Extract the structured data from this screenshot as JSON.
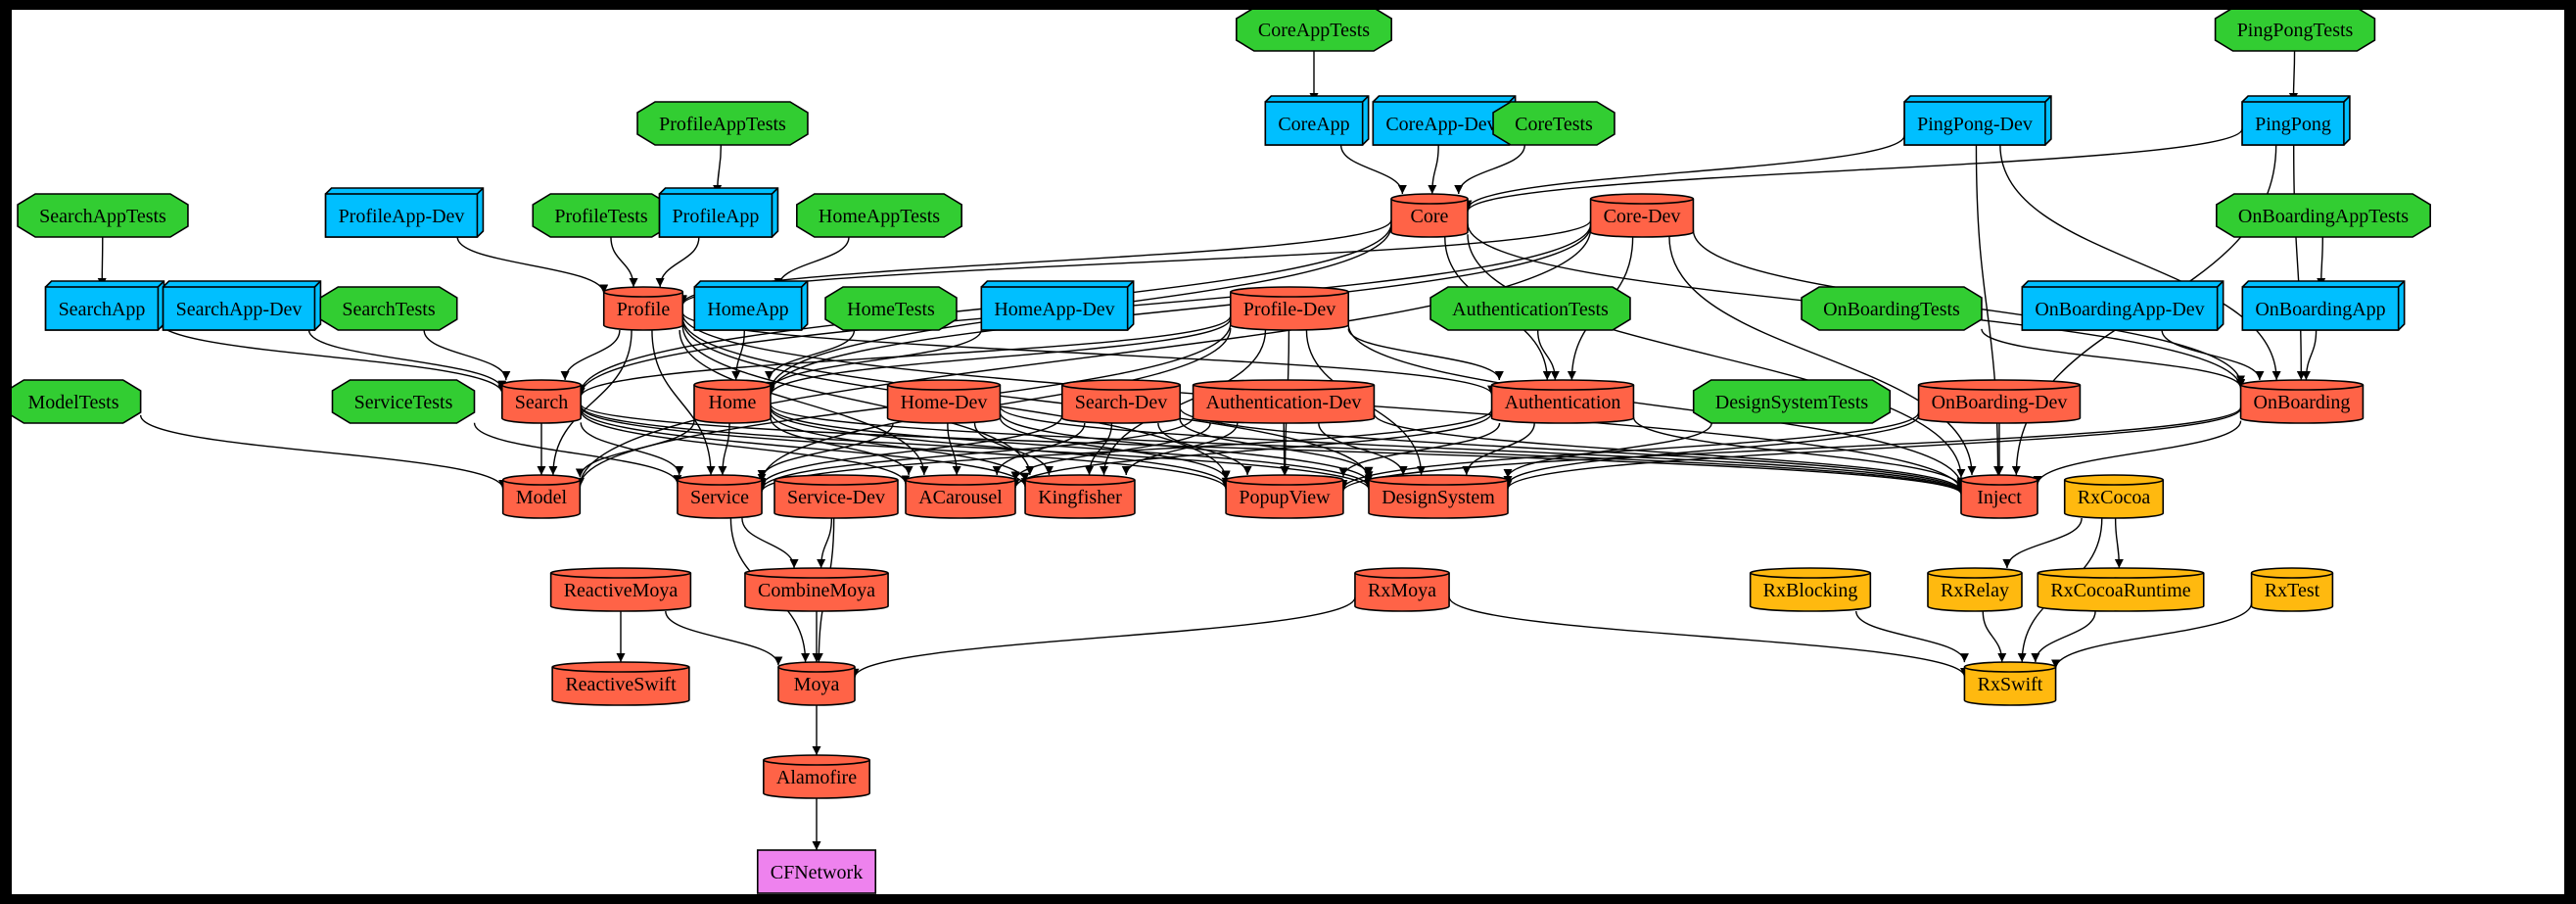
{
  "colors": {
    "test": "#32cd32",
    "app": "#00bfff",
    "framework": "#ff6347",
    "rx": "#ffb90f",
    "system": "#ee82ee",
    "edge": "#000000"
  },
  "nodes": [
    {
      "id": "CoreAppTests",
      "label": "CoreAppTests",
      "kind": "test"
    },
    {
      "id": "PingPongTests",
      "label": "PingPongTests",
      "kind": "test"
    },
    {
      "id": "ProfileAppTests",
      "label": "ProfileAppTests",
      "kind": "test"
    },
    {
      "id": "CoreApp",
      "label": "CoreApp",
      "kind": "app"
    },
    {
      "id": "CoreAppDev",
      "label": "CoreApp-Dev",
      "kind": "app"
    },
    {
      "id": "CoreTests",
      "label": "CoreTests",
      "kind": "test"
    },
    {
      "id": "PingPongDev",
      "label": "PingPong-Dev",
      "kind": "app"
    },
    {
      "id": "PingPong",
      "label": "PingPong",
      "kind": "app"
    },
    {
      "id": "SearchAppTests",
      "label": "SearchAppTests",
      "kind": "test"
    },
    {
      "id": "ProfileAppDev",
      "label": "ProfileApp-Dev",
      "kind": "app"
    },
    {
      "id": "ProfileTests",
      "label": "ProfileTests",
      "kind": "test"
    },
    {
      "id": "ProfileApp",
      "label": "ProfileApp",
      "kind": "app"
    },
    {
      "id": "HomeAppTests",
      "label": "HomeAppTests",
      "kind": "test"
    },
    {
      "id": "Core",
      "label": "Core",
      "kind": "framework"
    },
    {
      "id": "CoreDev",
      "label": "Core-Dev",
      "kind": "framework"
    },
    {
      "id": "OnBoardingAppTests",
      "label": "OnBoardingAppTests",
      "kind": "test"
    },
    {
      "id": "SearchApp",
      "label": "SearchApp",
      "kind": "app"
    },
    {
      "id": "SearchAppDev",
      "label": "SearchApp-Dev",
      "kind": "app"
    },
    {
      "id": "SearchTests",
      "label": "SearchTests",
      "kind": "test"
    },
    {
      "id": "Profile",
      "label": "Profile",
      "kind": "framework"
    },
    {
      "id": "HomeApp",
      "label": "HomeApp",
      "kind": "app"
    },
    {
      "id": "HomeTests",
      "label": "HomeTests",
      "kind": "test"
    },
    {
      "id": "HomeAppDev",
      "label": "HomeApp-Dev",
      "kind": "app"
    },
    {
      "id": "ProfileDev",
      "label": "Profile-Dev",
      "kind": "framework"
    },
    {
      "id": "AuthenticationTests",
      "label": "AuthenticationTests",
      "kind": "test"
    },
    {
      "id": "OnBoardingTests",
      "label": "OnBoardingTests",
      "kind": "test"
    },
    {
      "id": "OnBoardingAppDev",
      "label": "OnBoardingApp-Dev",
      "kind": "app"
    },
    {
      "id": "OnBoardingApp",
      "label": "OnBoardingApp",
      "kind": "app"
    },
    {
      "id": "ModelTests",
      "label": "ModelTests",
      "kind": "test"
    },
    {
      "id": "ServiceTests",
      "label": "ServiceTests",
      "kind": "test"
    },
    {
      "id": "Search",
      "label": "Search",
      "kind": "framework"
    },
    {
      "id": "Home",
      "label": "Home",
      "kind": "framework"
    },
    {
      "id": "HomeDev",
      "label": "Home-Dev",
      "kind": "framework"
    },
    {
      "id": "SearchDev",
      "label": "Search-Dev",
      "kind": "framework"
    },
    {
      "id": "AuthenticationDev",
      "label": "Authentication-Dev",
      "kind": "framework"
    },
    {
      "id": "Authentication",
      "label": "Authentication",
      "kind": "framework"
    },
    {
      "id": "DesignSystemTests",
      "label": "DesignSystemTests",
      "kind": "test"
    },
    {
      "id": "OnBoardingDev",
      "label": "OnBoarding-Dev",
      "kind": "framework"
    },
    {
      "id": "OnBoarding",
      "label": "OnBoarding",
      "kind": "framework"
    },
    {
      "id": "Model",
      "label": "Model",
      "kind": "framework"
    },
    {
      "id": "Service",
      "label": "Service",
      "kind": "framework"
    },
    {
      "id": "ServiceDev",
      "label": "Service-Dev",
      "kind": "framework"
    },
    {
      "id": "ACarousel",
      "label": "ACarousel",
      "kind": "framework"
    },
    {
      "id": "Kingfisher",
      "label": "Kingfisher",
      "kind": "framework"
    },
    {
      "id": "PopupView",
      "label": "PopupView",
      "kind": "framework"
    },
    {
      "id": "DesignSystem",
      "label": "DesignSystem",
      "kind": "framework"
    },
    {
      "id": "Inject",
      "label": "Inject",
      "kind": "framework"
    },
    {
      "id": "RxCocoa",
      "label": "RxCocoa",
      "kind": "rx"
    },
    {
      "id": "ReactiveMoya",
      "label": "ReactiveMoya",
      "kind": "framework"
    },
    {
      "id": "CombineMoya",
      "label": "CombineMoya",
      "kind": "framework"
    },
    {
      "id": "RxMoya",
      "label": "RxMoya",
      "kind": "framework"
    },
    {
      "id": "RxBlocking",
      "label": "RxBlocking",
      "kind": "rx"
    },
    {
      "id": "RxRelay",
      "label": "RxRelay",
      "kind": "rx"
    },
    {
      "id": "RxCocoaRuntime",
      "label": "RxCocoaRuntime",
      "kind": "rx"
    },
    {
      "id": "RxTest",
      "label": "RxTest",
      "kind": "rx"
    },
    {
      "id": "ReactiveSwift",
      "label": "ReactiveSwift",
      "kind": "framework"
    },
    {
      "id": "Moya",
      "label": "Moya",
      "kind": "framework"
    },
    {
      "id": "RxSwift",
      "label": "RxSwift",
      "kind": "rx"
    },
    {
      "id": "Alamofire",
      "label": "Alamofire",
      "kind": "framework"
    },
    {
      "id": "CFNetwork",
      "label": "CFNetwork",
      "kind": "system"
    }
  ],
  "edges": [
    [
      "CoreAppTests",
      "CoreApp"
    ],
    [
      "PingPongTests",
      "PingPong"
    ],
    [
      "ProfileAppTests",
      "ProfileApp"
    ],
    [
      "SearchAppTests",
      "SearchApp"
    ],
    [
      "OnBoardingAppTests",
      "OnBoardingApp"
    ],
    [
      "CoreApp",
      "Core"
    ],
    [
      "CoreAppDev",
      "Core"
    ],
    [
      "CoreTests",
      "Core"
    ],
    [
      "PingPongDev",
      "Core"
    ],
    [
      "PingPong",
      "Core"
    ],
    [
      "PingPongDev",
      "OnBoarding"
    ],
    [
      "PingPong",
      "OnBoarding"
    ],
    [
      "PingPongDev",
      "Inject"
    ],
    [
      "PingPong",
      "Inject"
    ],
    [
      "ProfileAppDev",
      "Profile"
    ],
    [
      "ProfileTests",
      "Profile"
    ],
    [
      "ProfileApp",
      "Profile"
    ],
    [
      "HomeAppTests",
      "HomeApp"
    ],
    [
      "HomeApp",
      "Home"
    ],
    [
      "HomeTests",
      "Home"
    ],
    [
      "HomeAppDev",
      "Home"
    ],
    [
      "SearchApp",
      "Search"
    ],
    [
      "SearchAppDev",
      "Search"
    ],
    [
      "SearchTests",
      "Search"
    ],
    [
      "Core",
      "Profile"
    ],
    [
      "Core",
      "Search"
    ],
    [
      "Core",
      "Home"
    ],
    [
      "Core",
      "Authentication"
    ],
    [
      "Core",
      "OnBoarding"
    ],
    [
      "Core",
      "Inject"
    ],
    [
      "CoreDev",
      "Profile"
    ],
    [
      "CoreDev",
      "Search"
    ],
    [
      "CoreDev",
      "Home"
    ],
    [
      "CoreDev",
      "Authentication"
    ],
    [
      "CoreDev",
      "OnBoarding"
    ],
    [
      "CoreDev",
      "Inject"
    ],
    [
      "CoreDev",
      "Model"
    ],
    [
      "Profile",
      "Search"
    ],
    [
      "Profile",
      "Model"
    ],
    [
      "Profile",
      "Service"
    ],
    [
      "Profile",
      "ACarousel"
    ],
    [
      "Profile",
      "Kingfisher"
    ],
    [
      "Profile",
      "PopupView"
    ],
    [
      "Profile",
      "DesignSystem"
    ],
    [
      "Profile",
      "Inject"
    ],
    [
      "Profile",
      "Authentication"
    ],
    [
      "ProfileDev",
      "Search"
    ],
    [
      "ProfileDev",
      "Home"
    ],
    [
      "ProfileDev",
      "Authentication"
    ],
    [
      "ProfileDev",
      "Model"
    ],
    [
      "ProfileDev",
      "Service"
    ],
    [
      "ProfileDev",
      "PopupView"
    ],
    [
      "ProfileDev",
      "DesignSystem"
    ],
    [
      "ProfileDev",
      "Inject"
    ],
    [
      "ProfileDev",
      "Kingfisher"
    ],
    [
      "AuthenticationTests",
      "Authentication"
    ],
    [
      "OnBoardingTests",
      "OnBoarding"
    ],
    [
      "OnBoardingAppDev",
      "OnBoarding"
    ],
    [
      "OnBoardingApp",
      "OnBoarding"
    ],
    [
      "ModelTests",
      "Model"
    ],
    [
      "ServiceTests",
      "Service"
    ],
    [
      "Search",
      "Model"
    ],
    [
      "Search",
      "Service"
    ],
    [
      "Search",
      "ACarousel"
    ],
    [
      "Search",
      "Kingfisher"
    ],
    [
      "Search",
      "PopupView"
    ],
    [
      "Search",
      "DesignSystem"
    ],
    [
      "Search",
      "Inject"
    ],
    [
      "Home",
      "Model"
    ],
    [
      "Home",
      "Service"
    ],
    [
      "Home",
      "ACarousel"
    ],
    [
      "Home",
      "Kingfisher"
    ],
    [
      "Home",
      "PopupView"
    ],
    [
      "Home",
      "DesignSystem"
    ],
    [
      "Home",
      "Inject"
    ],
    [
      "HomeDev",
      "Service"
    ],
    [
      "HomeDev",
      "ACarousel"
    ],
    [
      "HomeDev",
      "Kingfisher"
    ],
    [
      "HomeDev",
      "PopupView"
    ],
    [
      "HomeDev",
      "DesignSystem"
    ],
    [
      "HomeDev",
      "Inject"
    ],
    [
      "SearchDev",
      "Service"
    ],
    [
      "SearchDev",
      "ACarousel"
    ],
    [
      "SearchDev",
      "Kingfisher"
    ],
    [
      "SearchDev",
      "PopupView"
    ],
    [
      "SearchDev",
      "DesignSystem"
    ],
    [
      "SearchDev",
      "Inject"
    ],
    [
      "AuthenticationDev",
      "Service"
    ],
    [
      "AuthenticationDev",
      "ACarousel"
    ],
    [
      "AuthenticationDev",
      "Kingfisher"
    ],
    [
      "AuthenticationDev",
      "PopupView"
    ],
    [
      "AuthenticationDev",
      "DesignSystem"
    ],
    [
      "AuthenticationDev",
      "Inject"
    ],
    [
      "Authentication",
      "Service"
    ],
    [
      "Authentication",
      "ACarousel"
    ],
    [
      "Authentication",
      "PopupView"
    ],
    [
      "Authentication",
      "DesignSystem"
    ],
    [
      "Authentication",
      "Inject"
    ],
    [
      "DesignSystemTests",
      "DesignSystem"
    ],
    [
      "OnBoardingDev",
      "Inject"
    ],
    [
      "OnBoardingDev",
      "DesignSystem"
    ],
    [
      "OnBoardingDev",
      "PopupView"
    ],
    [
      "OnBoarding",
      "Inject"
    ],
    [
      "OnBoarding",
      "DesignSystem"
    ],
    [
      "OnBoarding",
      "PopupView"
    ],
    [
      "Service",
      "CombineMoya"
    ],
    [
      "Service",
      "Moya"
    ],
    [
      "ServiceDev",
      "CombineMoya"
    ],
    [
      "ServiceDev",
      "Moya"
    ],
    [
      "ReactiveMoya",
      "ReactiveSwift"
    ],
    [
      "ReactiveMoya",
      "Moya"
    ],
    [
      "CombineMoya",
      "Moya"
    ],
    [
      "RxMoya",
      "Moya"
    ],
    [
      "RxMoya",
      "RxSwift"
    ],
    [
      "RxCocoa",
      "RxRelay"
    ],
    [
      "RxCocoa",
      "RxCocoaRuntime"
    ],
    [
      "RxCocoa",
      "RxSwift"
    ],
    [
      "RxBlocking",
      "RxSwift"
    ],
    [
      "RxRelay",
      "RxSwift"
    ],
    [
      "RxCocoaRuntime",
      "RxSwift"
    ],
    [
      "RxTest",
      "RxSwift"
    ],
    [
      "Moya",
      "Alamofire"
    ],
    [
      "Alamofire",
      "CFNetwork"
    ]
  ]
}
